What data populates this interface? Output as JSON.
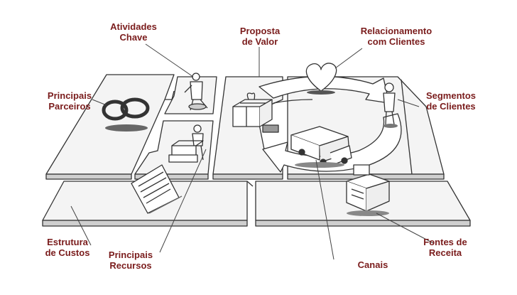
{
  "labels": {
    "atividades_chave": "Atividades\nChave",
    "proposta_valor": "Proposta\nde Valor",
    "relacionamento": "Relacionamento\ncom Clientes",
    "principais_parceiros": "Principais\nParceiros",
    "segmentos": "Segmentos\nde Clientes",
    "estrutura_custos": "Estrutura\nde Custos",
    "principais_recursos": "Principais\nRecursos",
    "canais": "Canais",
    "fontes_receita": "Fontes de\nReceita"
  },
  "colors": {
    "label": "#7a1c1c",
    "ink": "#333333",
    "board_top": "#f4f4f4",
    "board_side": "#cfcfcf"
  }
}
